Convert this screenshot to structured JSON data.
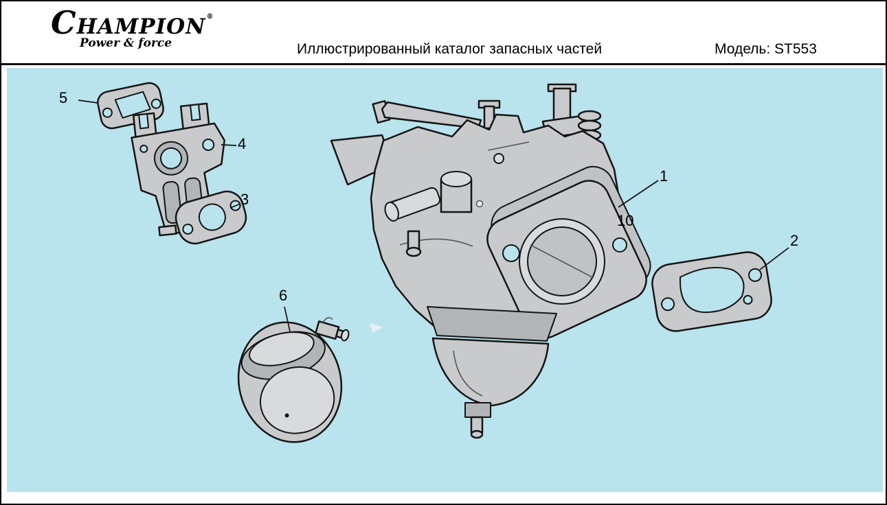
{
  "header": {
    "logo_text": "CHAMPION",
    "logo_registered": "®",
    "logo_subtext": "Power & force",
    "title": "Иллюстрированный каталог запасных частей",
    "model_label": "Модель: ST553"
  },
  "colors": {
    "panel_background": "#b9e3ed",
    "part_fill": "#c8cacc",
    "outline": "#141414"
  },
  "callouts": [
    {
      "label": "5"
    },
    {
      "label": "4"
    },
    {
      "label": "3"
    },
    {
      "label": "6"
    },
    {
      "label": "1"
    },
    {
      "label": "10"
    },
    {
      "label": "2"
    }
  ]
}
